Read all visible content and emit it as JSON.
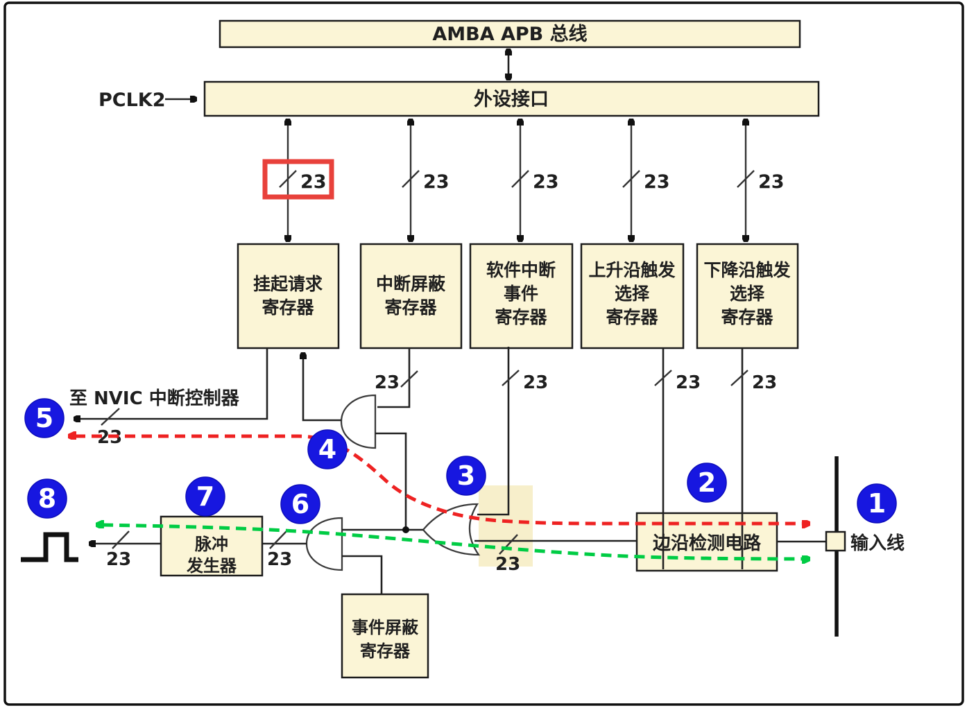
{
  "labels": {
    "amba_bus": "AMBA APB 总线",
    "peripheral_if": "外设接口",
    "pclk": "PCLK2",
    "to_nvic": "至 NVIC 中断控制器",
    "edge_detect": "边沿检测电路",
    "input_line": "输入线",
    "bus_width": "23"
  },
  "registers": [
    {
      "lines": [
        "挂起请求",
        "寄存器"
      ]
    },
    {
      "lines": [
        "中断屏蔽",
        "寄存器"
      ]
    },
    {
      "lines": [
        "软件中断",
        "事件",
        "寄存器"
      ]
    },
    {
      "lines": [
        "上升沿触发",
        "选择",
        "寄存器"
      ]
    },
    {
      "lines": [
        "下降沿触发",
        "选择",
        "寄存器"
      ]
    }
  ],
  "blocks": {
    "pulse_gen": {
      "lines": [
        "脉冲",
        "发生器"
      ]
    },
    "event_mask": {
      "lines": [
        "事件屏蔽",
        "寄存器"
      ]
    }
  },
  "steps": [
    "1",
    "2",
    "3",
    "4",
    "5",
    "6",
    "7",
    "8"
  ],
  "colors": {
    "box_fill": "#fbf5d6",
    "step_circle_blue": "#1717e0",
    "interrupt_path_red": "#ee2222",
    "event_path_green": "#00cc44",
    "highlight_rect_red": "#e8413b",
    "highlight_rect_yellow": "#f7efcb"
  }
}
